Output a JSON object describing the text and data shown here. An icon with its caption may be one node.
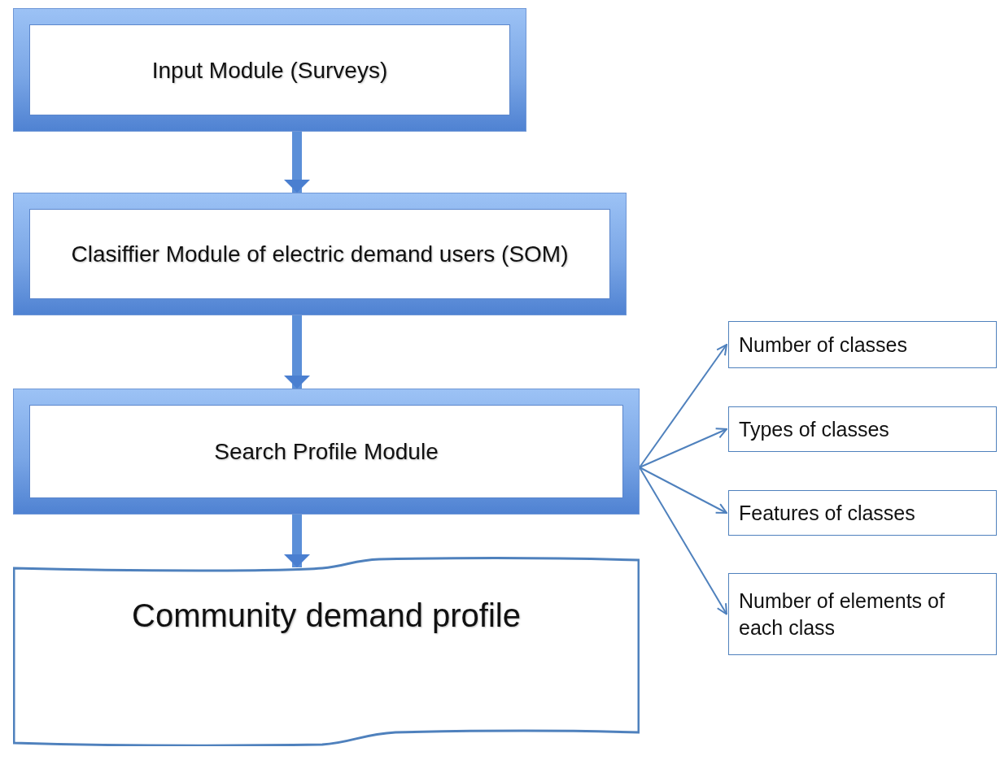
{
  "diagram": {
    "nodes": [
      {
        "text": [
          "Input Module (Surveys)"
        ]
      },
      {
        "text": [
          "Clasiffier Module of electric demand users (SOM)"
        ]
      },
      {
        "text": [
          "Search Profile Module"
        ]
      },
      {
        "text": [
          "Community demand profile"
        ]
      },
      {
        "text": [
          "Number of classes"
        ]
      },
      {
        "text": [
          "Types of classes"
        ]
      },
      {
        "text": [
          "Features of classes"
        ]
      },
      {
        "text": [
          "Number of elements of each class"
        ]
      }
    ],
    "edges": [
      {
        "from": 0,
        "to": 1,
        "arrow": "to",
        "style": "thick"
      },
      {
        "from": 1,
        "to": 2,
        "arrow": "to",
        "style": "thick"
      },
      {
        "from": 2,
        "to": 3,
        "arrow": "to",
        "style": "thick"
      },
      {
        "from": 2,
        "to": 4,
        "arrow": "to"
      },
      {
        "from": 2,
        "to": 5,
        "arrow": "to"
      },
      {
        "from": 2,
        "to": 6,
        "arrow": "to"
      },
      {
        "from": 2,
        "to": 7,
        "arrow": "to"
      }
    ]
  }
}
